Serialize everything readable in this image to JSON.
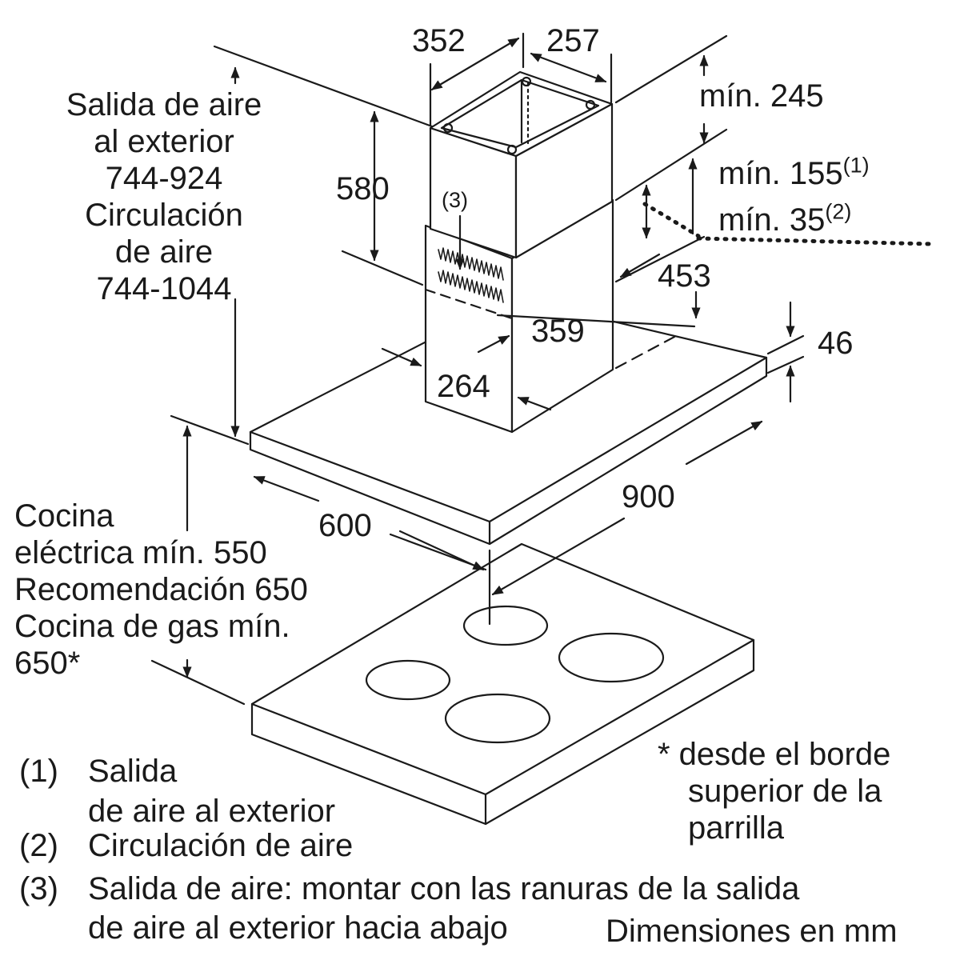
{
  "dimensions": {
    "duct_width": "352",
    "duct_depth": "257",
    "min_245": "mín. 245",
    "min_155": "mín. 155",
    "min_155_note": "(1)",
    "min_35": "mín. 35",
    "min_35_note": "(2)",
    "duct_height": "580",
    "d453": "453",
    "d359": "359",
    "d264": "264",
    "hood_thickness": "46",
    "hood_width": "900",
    "hood_depth": "600"
  },
  "callout_3": "(3)",
  "left_label": {
    "lines": [
      "Salida de aire",
      "al exterior",
      "744-924",
      "Circulación",
      "de aire",
      "744-1044"
    ]
  },
  "cooktop_label": {
    "lines": [
      "Cocina",
      "eléctrica mín. 550",
      "Recomendación 650",
      "Cocina de gas mín.",
      "650*"
    ]
  },
  "asterisk_note": {
    "lines": [
      "* desde el borde",
      "superior de la",
      "parrilla"
    ]
  },
  "legend": [
    {
      "num": "(1)",
      "lines": [
        "Salida",
        "de aire al exterior"
      ]
    },
    {
      "num": "(2)",
      "lines": [
        "Circulación de aire"
      ]
    },
    {
      "num": "(3)",
      "lines": [
        "Salida de aire: montar con las ranuras de la salida",
        "de aire al exterior hacia abajo"
      ]
    }
  ],
  "units_note": "Dimensiones en mm"
}
